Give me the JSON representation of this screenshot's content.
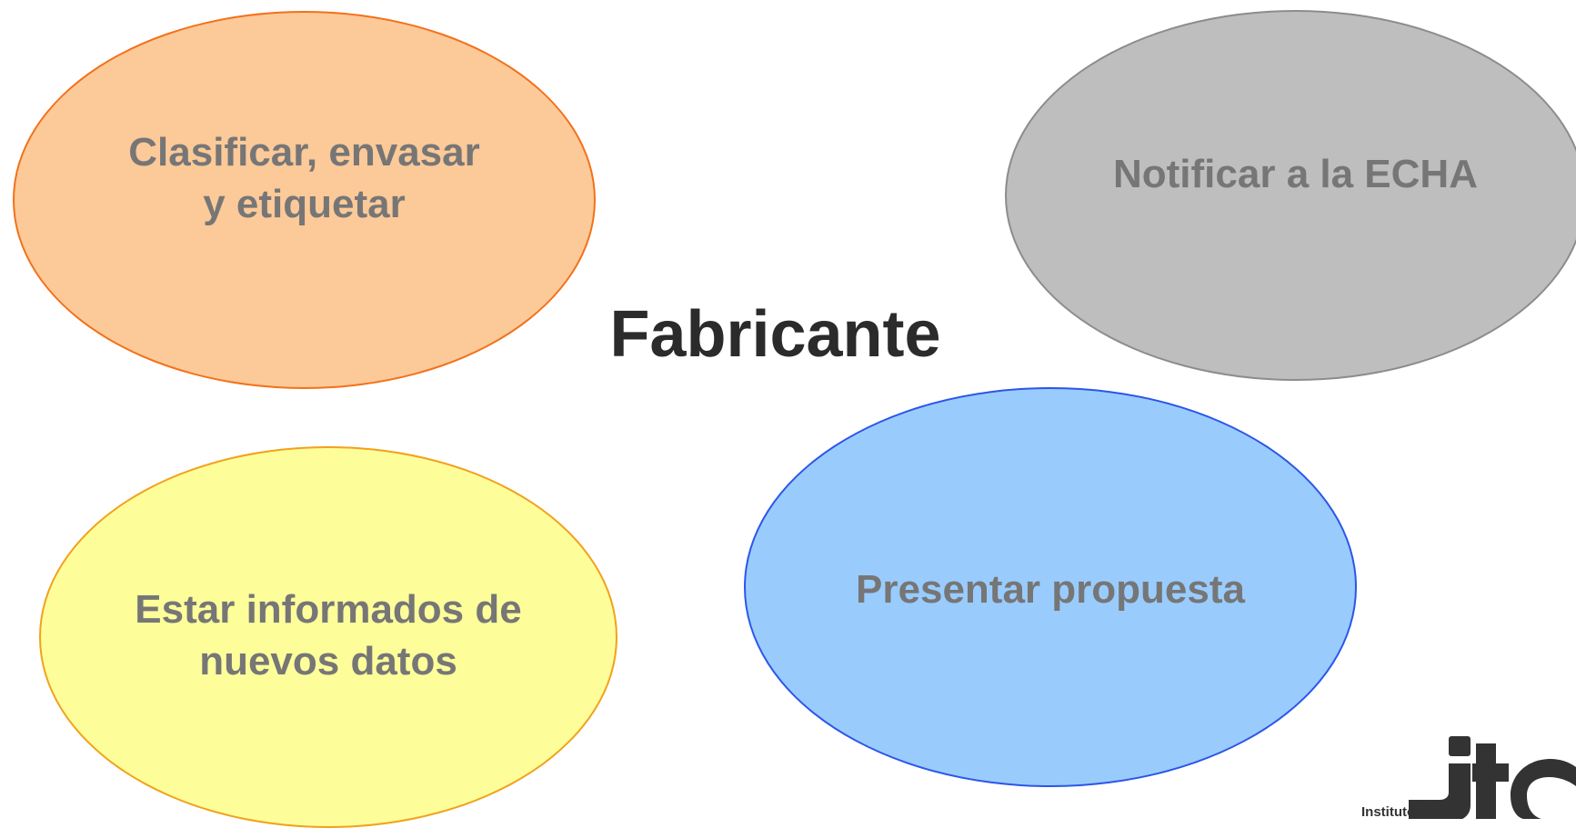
{
  "center": {
    "title": "Fabricante"
  },
  "nodes": [
    {
      "id": "orange",
      "lines": [
        "Clasificar, envasar",
        "y etiquetar"
      ],
      "fill": "#fcc998",
      "stroke": "#f2711b"
    },
    {
      "id": "gray",
      "lines": [
        "Notificar a la ECHA"
      ],
      "fill": "#bebebe",
      "stroke": "#8c8c8c"
    },
    {
      "id": "yellow",
      "lines": [
        "Estar informados de",
        "nuevos datos"
      ],
      "fill": "#fdfd9a",
      "stroke": "#f2a11b"
    },
    {
      "id": "blue",
      "lines": [
        "Presentar propuesta"
      ],
      "fill": "#99ccfd",
      "stroke": "#2c56e9"
    }
  ],
  "logo": {
    "caption": "Instituto de",
    "mark": "jtc"
  },
  "colors": {
    "node_text": "#767676",
    "title_text": "#2b2b2b",
    "logo": "#333333"
  }
}
